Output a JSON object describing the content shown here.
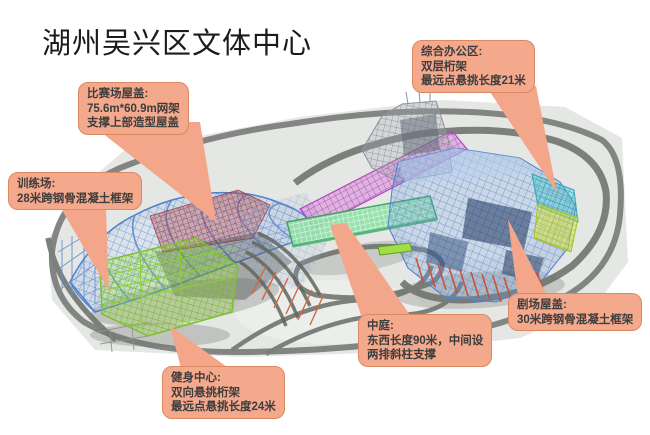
{
  "title": "湖州吴兴区文体中心",
  "callouts": {
    "competition_roof": {
      "lines": [
        "比赛场屋盖:",
        "75.6m*60.9m网架",
        "支撑上部造型屋盖"
      ]
    },
    "office": {
      "lines": [
        "综合办公区:",
        "双层桁架",
        "最远点悬挑长度21米"
      ]
    },
    "training": {
      "lines": [
        "训练场:",
        "28米跨钢骨混凝土框架"
      ]
    },
    "atrium": {
      "lines": [
        "中庭:",
        "东西长度90米，中间设",
        "两排斜柱支撑"
      ]
    },
    "theater_roof": {
      "lines": [
        "剧场屋盖:",
        "30米跨钢骨混凝土框架"
      ]
    },
    "fitness": {
      "lines": [
        "健身中心:",
        "双向悬挑桁架",
        "最远点悬挑长度24米"
      ]
    }
  },
  "colors": {
    "callout_fill": "#F4A88C",
    "callout_border": "#D98A63",
    "callout_text": "#3D3D3D",
    "title_text": "#1B1B1B",
    "site_gray": "#E5E7E4",
    "road_gray": "#7C807B",
    "frame_blue": "#4D7FD0",
    "frame_red": "#A04050",
    "frame_lime": "#84D828",
    "frame_mint": "#72D898",
    "frame_magenta": "#C84FD0",
    "frame_gray": "#98A0A8",
    "frame_cyan": "#38B8C8",
    "frame_yellow": "#CCD830",
    "frame_orange": "#CC6A4A"
  }
}
